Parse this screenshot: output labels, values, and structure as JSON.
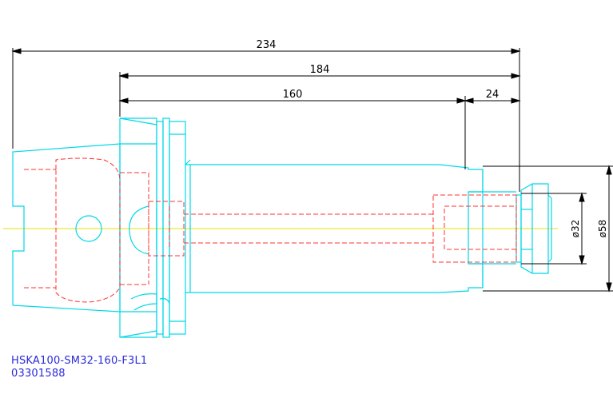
{
  "dimensions": {
    "overall": "234",
    "to_flange": "184",
    "body": "160",
    "nose": "24",
    "bore_dia": "ø32",
    "outer_dia": "ø58"
  },
  "labels": {
    "part_code": "HSKA100-SM32-160-F3L1",
    "article_no": "03301588"
  },
  "colors": {
    "outline": "#00d8e8",
    "hidden": "#ff3030",
    "centerline": "#e8e000",
    "dimension": "#000000",
    "label": "#2a2adc"
  }
}
